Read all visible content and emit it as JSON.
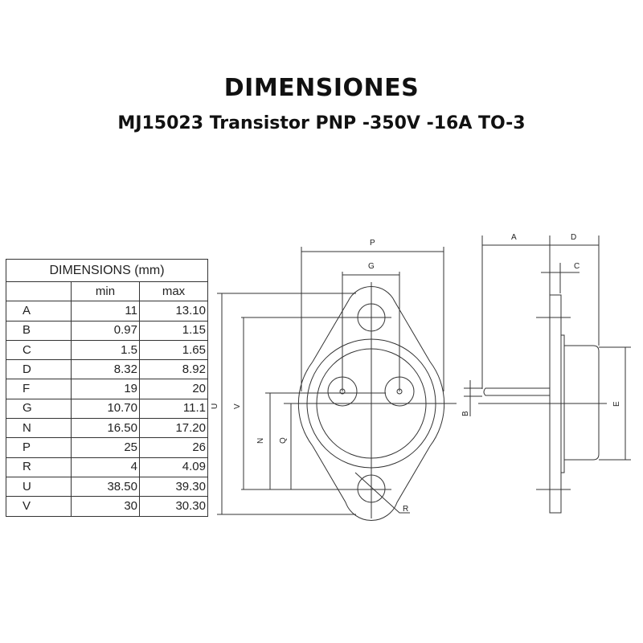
{
  "title": "DIMENSIONES",
  "subtitle": "MJ15023 Transistor PNP -350V -16A TO-3",
  "table": {
    "header": "DIMENSIONS (mm)",
    "columns": [
      "",
      "min",
      "max"
    ],
    "rows": [
      {
        "label": "A",
        "min": "11",
        "max": "13.10"
      },
      {
        "label": "B",
        "min": "0.97",
        "max": "1.15"
      },
      {
        "label": "C",
        "min": "1.5",
        "max": "1.65"
      },
      {
        "label": "D",
        "min": "8.32",
        "max": "8.92"
      },
      {
        "label": "F",
        "min": "19",
        "max": "20"
      },
      {
        "label": "G",
        "min": "10.70",
        "max": "11.1"
      },
      {
        "label": "N",
        "min": "16.50",
        "max": "17.20"
      },
      {
        "label": "P",
        "min": "25",
        "max": "26"
      },
      {
        "label": "R",
        "min": "4",
        "max": "4.09"
      },
      {
        "label": "U",
        "min": "38.50",
        "max": "39.30"
      },
      {
        "label": "V",
        "min": "30",
        "max": "30.30"
      }
    ]
  },
  "drawing": {
    "labels": {
      "P": "P",
      "G": "G",
      "U": "U",
      "V": "V",
      "N": "N",
      "Q": "Q",
      "R": "R",
      "A": "A",
      "D": "D",
      "C": "C",
      "B": "B",
      "E": "E"
    }
  }
}
